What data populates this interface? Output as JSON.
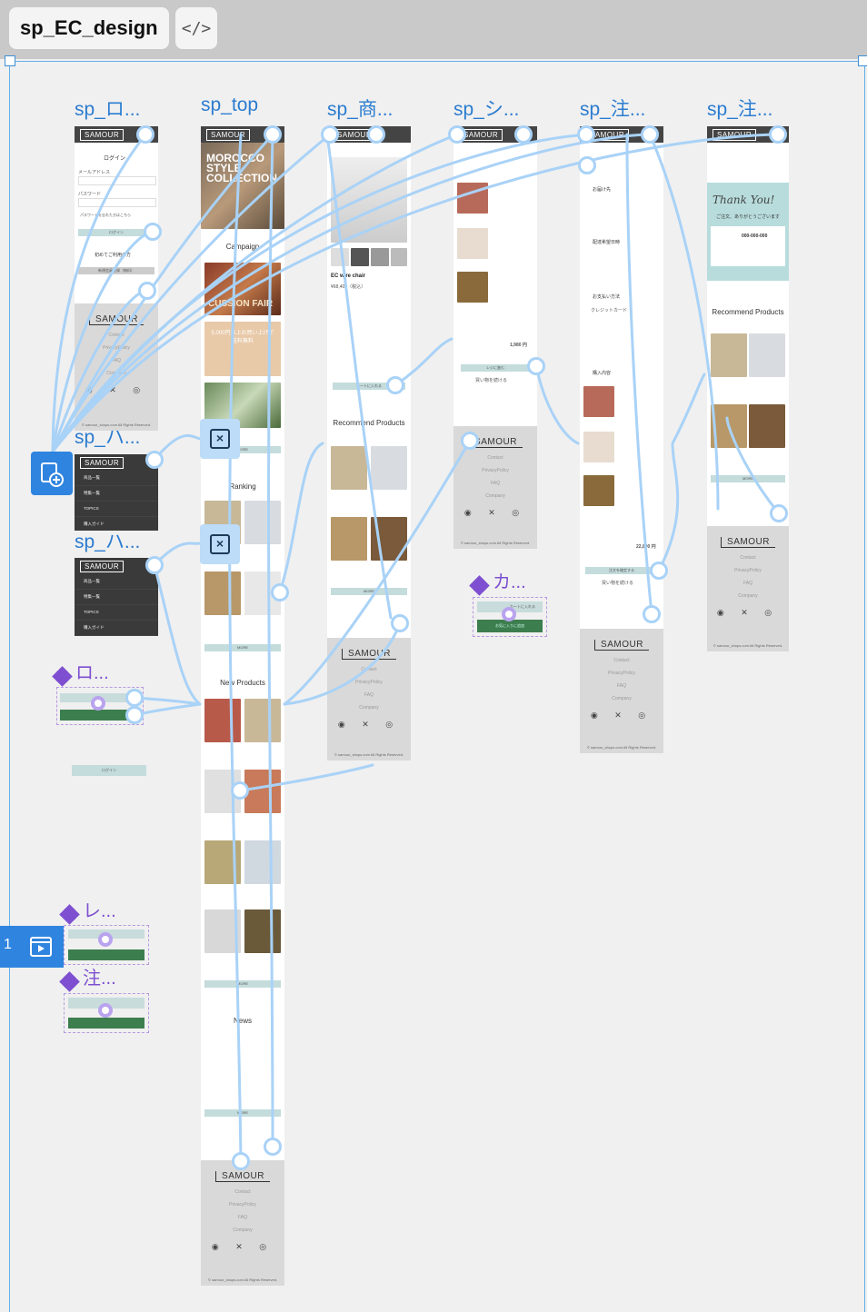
{
  "file": {
    "name": "sp_EC_design",
    "code_label": "</>"
  },
  "frames": {
    "login": {
      "title": "sp_ロ...",
      "heading": "ログイン",
      "mail_label": "メールアドレス",
      "pass_label": "パスワード",
      "forgot": "パスワードを忘れた方はこちら",
      "login_btn": "ログイン",
      "first_time": "初めてご利用の方",
      "register_btn": "新規会員登録（無料）"
    },
    "top": {
      "title": "sp_top",
      "hero": "MOROCCO STYLE COLLECTION",
      "campaign": "Campaign",
      "banner1": "CUSSION FAIR",
      "banner2": "5,000円以上お買い上げで 送料無料",
      "ranking": "Ranking",
      "new_products": "New Products",
      "news": "News",
      "more": "MORE"
    },
    "product": {
      "title": "sp_商...",
      "name": "EC wire chair",
      "price": "¥68,400（税込）",
      "cart_btn": "カートに入れる",
      "recommend": "Recommend Products"
    },
    "cart": {
      "title": "sp_シ...",
      "total": "1,980 円",
      "checkout": "レジに進む",
      "continue": "買い物を続ける"
    },
    "order": {
      "title": "sp_注...",
      "delivery_label": "お届け先",
      "delivery_date": "配達希望日時",
      "payment": "お支払い方法",
      "card": "クレジットカード",
      "items": "購入内容",
      "total": "22,800 円",
      "confirm_btn": "注文を確定する",
      "continue": "買い物を続ける"
    },
    "thanks": {
      "title": "sp_注...",
      "thank_you": "Thank You!",
      "thanks_jp": "ご注文、ありがとうございます",
      "order_no": "000-000-000",
      "recommend": "Recommend Products"
    },
    "menu1": {
      "title": "sp_ハ...",
      "items": [
        "商品一覧",
        "特集一覧",
        "TOPICS",
        "購入ガイド"
      ]
    },
    "menu2": {
      "title": "sp_ハ...",
      "items": [
        "商品一覧",
        "特集一覧",
        "TOPICS",
        "購入ガイド"
      ]
    }
  },
  "components": {
    "login_comp": {
      "title": "ロ...",
      "btn": "ログイン"
    },
    "review_comp": {
      "title": "レ..."
    },
    "order_comp": {
      "title": "注..."
    },
    "cart_comp": {
      "title": "カ...",
      "btn1": "カートに入れる",
      "btn2": "お気に入りに追加"
    }
  },
  "footer": {
    "logo": "SAMOUR",
    "links": [
      "Contact",
      "PrivacyPolicy",
      "FAQ",
      "Company"
    ],
    "social": "◉ ✕ ◎",
    "copyright": "© samour_shops.com All Rights Reserved."
  },
  "left_chip": {
    "label": "1"
  },
  "colors": {
    "wire": "#a9d2f7",
    "accent": "#2f84df",
    "component": "#7e4fd0",
    "header": "#444444"
  }
}
